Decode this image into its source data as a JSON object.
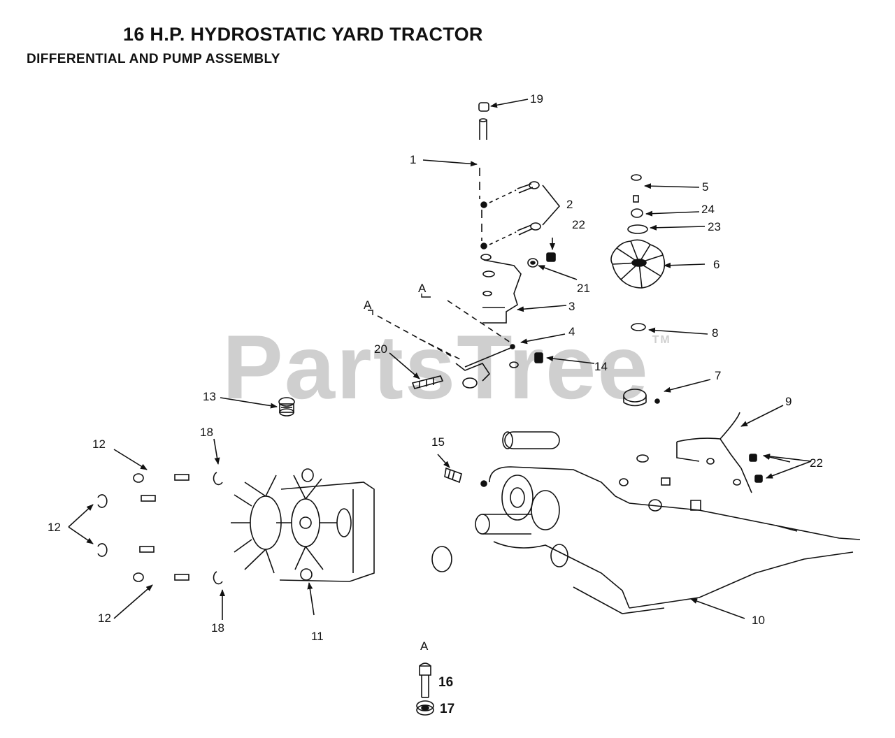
{
  "header": {
    "title": "16 H.P. HYDROSTATIC YARD TRACTOR",
    "subtitle": "DIFFERENTIAL AND PUMP ASSEMBLY"
  },
  "watermark": {
    "text": "PartsTree",
    "tm": "TM"
  },
  "callouts": {
    "c1": "1",
    "c2": "2",
    "c3": "3",
    "c4": "4",
    "c5": "5",
    "c6": "6",
    "c7": "7",
    "c8": "8",
    "c9": "9",
    "c10": "10",
    "c11": "11",
    "c12": "12",
    "c13": "13",
    "c14": "14",
    "c15": "15",
    "c16": "16",
    "c17": "17",
    "c18": "18",
    "c19": "19",
    "c20": "20",
    "c21": "21",
    "c22": "22",
    "c23": "23",
    "c24": "24",
    "cA": "A"
  }
}
